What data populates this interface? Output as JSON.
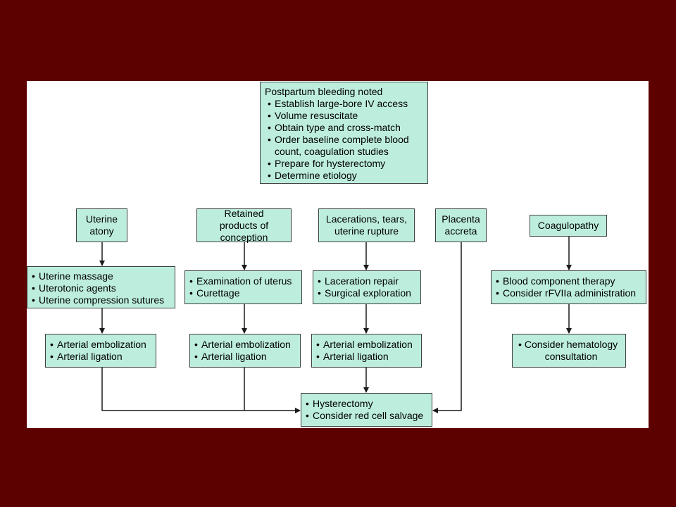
{
  "colors": {
    "background": "#5c0000",
    "panel": "#ffffff",
    "box_fill": "#bdeedd",
    "box_border": "#404040",
    "arrow": "#1a1a1a"
  },
  "top_box": {
    "title": "Postpartum bleeding noted",
    "items": [
      "Establish large-bore IV access",
      "Volume resuscitate",
      "Obtain type and cross-match",
      "Order baseline complete blood count, coagulation studies",
      "Prepare for hysterectomy",
      "Determine etiology"
    ]
  },
  "causes": {
    "uterine_atony": "Uterine atony",
    "retained_products": "Retained products of conception",
    "lacerations": "Lacerations, tears, uterine rupture",
    "placenta_accreta": "Placenta accreta",
    "coagulopathy": "Coagulopathy"
  },
  "step1": {
    "atony": [
      "Uterine massage",
      "Uterotonic agents",
      "Uterine compression sutures"
    ],
    "retained": [
      "Examination of uterus",
      "Curettage"
    ],
    "lacerations": [
      "Laceration repair",
      "Surgical exploration"
    ],
    "coagulopathy": [
      "Blood component therapy",
      "Consider rFVIIa administration"
    ]
  },
  "step2": {
    "atony": [
      "Arterial embolization",
      "Arterial ligation"
    ],
    "retained": [
      "Arterial embolization",
      "Arterial ligation"
    ],
    "lacerations": [
      "Arterial embolization",
      "Arterial ligation"
    ],
    "coagulopathy": "Consider hematology consultation"
  },
  "final": [
    "Hysterectomy",
    "Consider red cell salvage"
  ]
}
